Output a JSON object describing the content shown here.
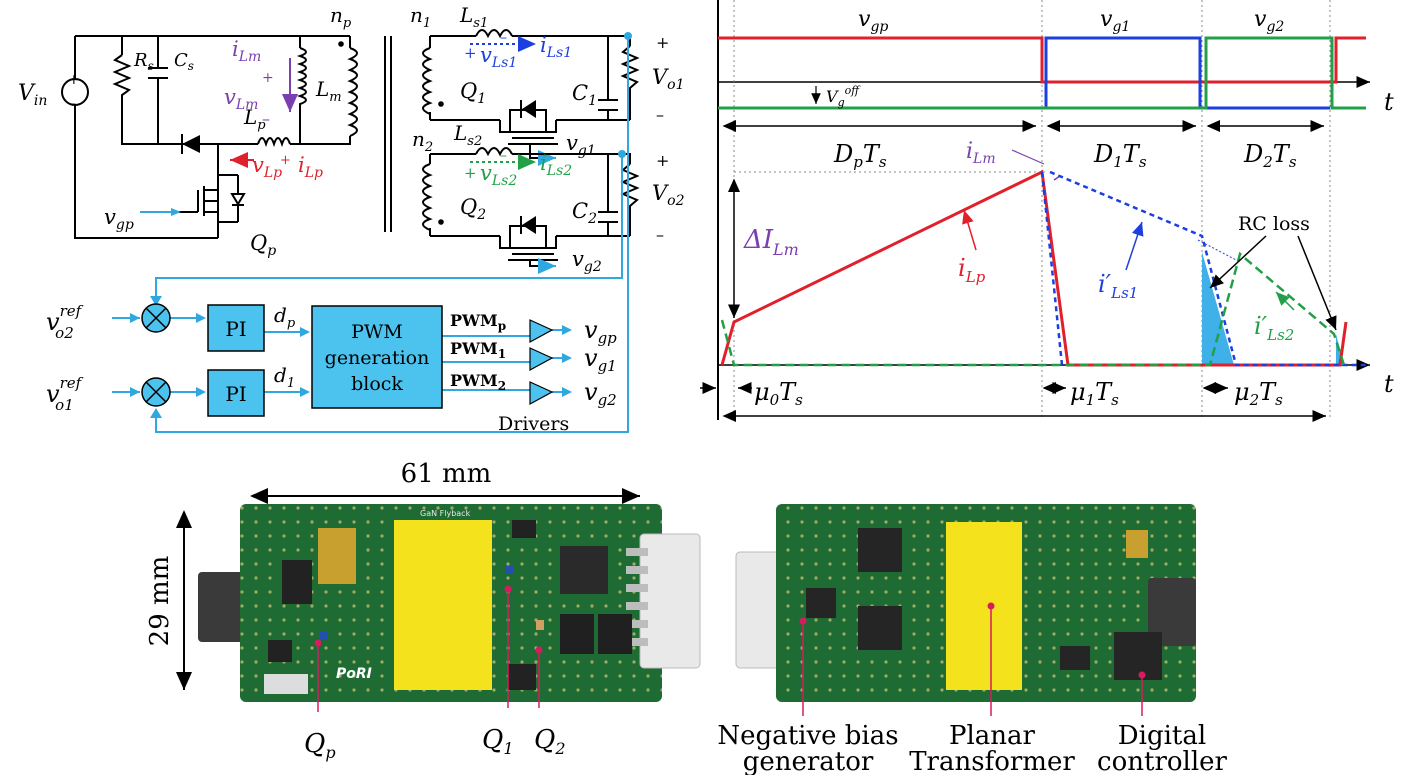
{
  "circuit": {
    "vin": "V",
    "vin_sub": "in",
    "rs": "R",
    "rs_sub": "s",
    "cs": "C",
    "cs_sub": "s",
    "np": "n",
    "np_sub": "p",
    "n1": "n",
    "n1_sub": "1",
    "n2": "n",
    "n2_sub": "2",
    "ls1": "L",
    "ls1_sub": "s1",
    "ls2": "L",
    "ls2_sub": "s2",
    "lm": "L",
    "lm_sub": "m",
    "lp": "L",
    "lp_sub": "p",
    "ilm": "i",
    "ilm_sub": "Lm",
    "vlm": "v",
    "vlm_sub": "Lm",
    "ilp": "i",
    "ilp_sub": "Lp",
    "vlp": "v",
    "vlp_sub": "Lp",
    "vls1": "v",
    "vls1_sub": "Ls1",
    "ils1": "i",
    "ils1_sub": "Ls1",
    "vls2": "v",
    "vls2_sub": "Ls2",
    "ils2": "i",
    "ils2_sub": "Ls2",
    "q1": "Q",
    "q1_sub": "1",
    "q2": "Q",
    "q2_sub": "2",
    "qp": "Q",
    "qp_sub": "p",
    "c1": "C",
    "c1_sub": "1",
    "c2": "C",
    "c2_sub": "2",
    "vo1": "V",
    "vo1_sub": "o1",
    "vo2": "V",
    "vo2_sub": "o2",
    "vgp": "v",
    "vgp_sub": "gp",
    "vg1": "v",
    "vg1_sub": "g1",
    "vg2": "v",
    "vg2_sub": "g2",
    "plus": "+",
    "minus": "–"
  },
  "control": {
    "vo2ref": "v",
    "vo2ref_sub": "o2",
    "vo2ref_sup": "ref",
    "vo1ref": "v",
    "vo1ref_sub": "o1",
    "vo1ref_sup": "ref",
    "pi": "PI",
    "dp": "d",
    "dp_sub": "p",
    "d1": "d",
    "d1_sub": "1",
    "pwm_block": [
      "PWM",
      "generation",
      "block"
    ],
    "pwmp": "PWM",
    "pwmp_sub": "p",
    "pwm1": "PWM",
    "pwm1_sub": "1",
    "pwm2": "PWM",
    "pwm2_sub": "2",
    "drivers": "Drivers"
  },
  "waveform": {
    "vgp": "v",
    "vgp_sub": "gp",
    "vg1": "v",
    "vg1_sub": "g1",
    "vg2": "v",
    "vg2_sub": "g2",
    "vgoff": "V",
    "vgoff_sub": "g",
    "vgoff_sup": "off",
    "t": "t",
    "dpts": "D",
    "dpts_sub": "p",
    "dpts_tail": "T",
    "dpts_tail_sub": "s",
    "d1ts": "D",
    "d1ts_sub": "1",
    "d1ts_tail": "T",
    "d1ts_tail_sub": "s",
    "d2ts": "D",
    "d2ts_sub": "2",
    "d2ts_tail": "T",
    "d2ts_tail_sub": "s",
    "ilm": "i",
    "ilm_sub": "Lm",
    "delta_ilm": "ΔI",
    "delta_ilm_sub": "Lm",
    "ilp": "i",
    "ilp_sub": "Lp",
    "ils1": "i′",
    "ils1_sub": "Ls1",
    "ils2": "i′",
    "ils2_sub": "Ls2",
    "rc_loss": "RC loss",
    "mu0": "μ",
    "mu0_sub": "0",
    "mu0_tail": "T",
    "mu0_tail_sub": "s",
    "mu1": "μ",
    "mu1_sub": "1",
    "mu1_tail": "T",
    "mu1_tail_sub": "s",
    "mu2": "μ",
    "mu2_sub": "2",
    "mu2_tail": "T",
    "mu2_tail_sub": "s"
  },
  "photo": {
    "width_label": "61 mm",
    "height_label": "29 mm",
    "qp": "Q",
    "qp_sub": "p",
    "q1": "Q",
    "q1_sub": "1",
    "q2": "Q",
    "q2_sub": "2",
    "neg_bias": [
      "Negative bias",
      "generator"
    ],
    "planar": [
      "Planar",
      "Transformer"
    ],
    "digital": [
      "Digital",
      "controller"
    ],
    "silk_title": "GaN Flyback",
    "silk_logo": "PoRI"
  },
  "colors": {
    "red": "#e0202a",
    "blue": "#1c3fe0",
    "green": "#22a048",
    "purple": "#7a3fb0",
    "cyan": "#2fa8e0",
    "block": "#4cc3ee",
    "pcb": "#1e6b34",
    "yellow": "#f4e21c"
  }
}
